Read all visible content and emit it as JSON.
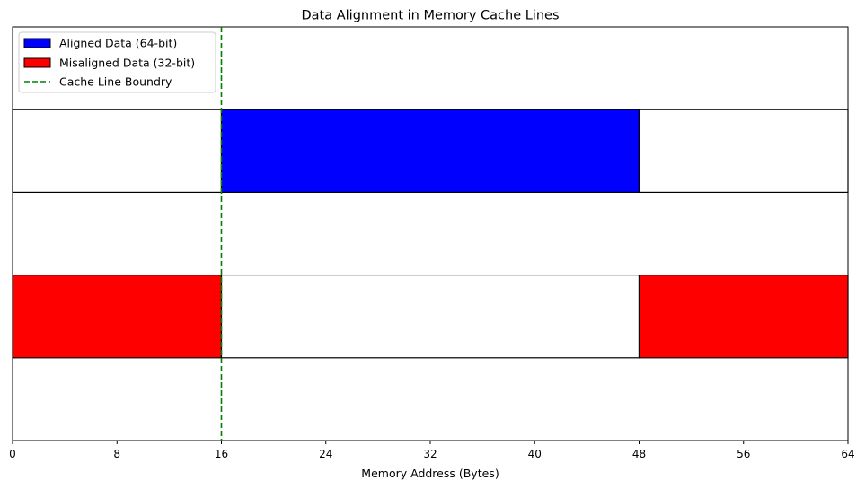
{
  "chart_data": {
    "type": "bar",
    "orientation": "horizontal-segments",
    "title": "Data Alignment in Memory Cache Lines",
    "xlabel": "Memory Address (Bytes)",
    "ylabel": "",
    "xlim": [
      0,
      64
    ],
    "ylim": [
      0,
      5
    ],
    "xticks": [
      0,
      8,
      16,
      24,
      32,
      40,
      48,
      56,
      64
    ],
    "xtick_labels": [
      "0",
      "8",
      "16",
      "24",
      "32",
      "40",
      "48",
      "56",
      "64"
    ],
    "grid": false,
    "legend_position": "top-left",
    "rows": [
      {
        "segments": [
          {
            "start": 0,
            "end": 16,
            "color": "#ffffff"
          },
          {
            "start": 16,
            "end": 48,
            "color": "#0000ff"
          },
          {
            "start": 48,
            "end": 64,
            "color": "#ffffff"
          }
        ],
        "y_from": 3,
        "y_to": 4
      },
      {
        "segments": [
          {
            "start": 0,
            "end": 16,
            "color": "#ff0000"
          },
          {
            "start": 16,
            "end": 48,
            "color": "#ffffff"
          },
          {
            "start": 48,
            "end": 64,
            "color": "#ff0000"
          }
        ],
        "y_from": 1,
        "y_to": 2
      }
    ],
    "boundary_line": {
      "x": 16,
      "color": "#008000",
      "style": "dashed"
    },
    "legend": [
      {
        "label": "Aligned Data (64-bit)",
        "kind": "patch",
        "color": "#0000ff"
      },
      {
        "label": "Misaligned Data (32-bit)",
        "kind": "patch",
        "color": "#ff0000"
      },
      {
        "label": "Cache Line Boundry",
        "kind": "dashed-line",
        "color": "#008000"
      }
    ]
  }
}
